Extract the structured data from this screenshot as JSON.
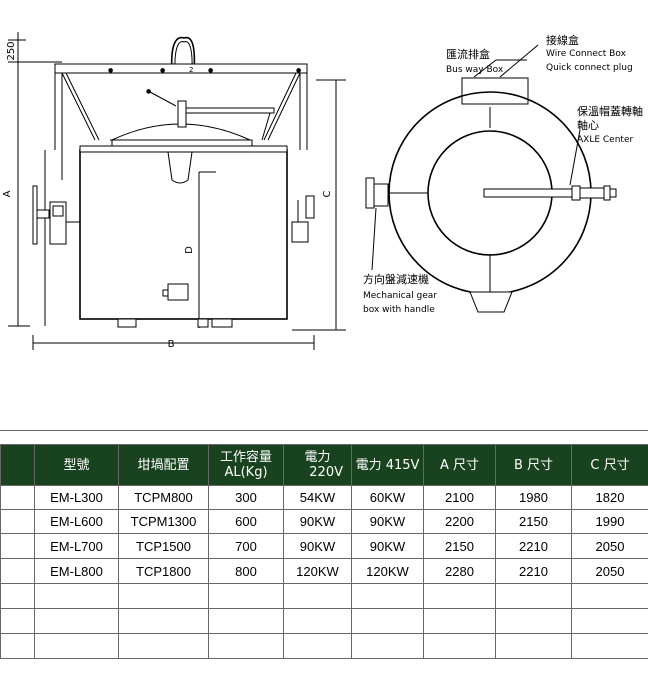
{
  "dimensions": {
    "top_clearance": "250",
    "a": "A",
    "b": "B",
    "c": "C",
    "d": "D"
  },
  "callouts": {
    "wire_box_zh": "接線盒",
    "wire_box_en1": "Wire Connect Box",
    "wire_box_en2": "Quick connect plug",
    "busway_zh": "匯流排盒",
    "busway_en": "Bus way Box",
    "axle_zh1": "保溫帽蓋轉軸",
    "axle_zh2": "軸心",
    "axle_en": "AXLE Center",
    "gear_zh": "方向盤減速機",
    "gear_en1": "Mechanical gear",
    "gear_en2": "box with handle"
  },
  "table": {
    "headers": [
      {
        "line1": "",
        "line2": ""
      },
      {
        "line1": "型號",
        "line2": ""
      },
      {
        "line1": "坩堝配置",
        "line2": ""
      },
      {
        "line1": "工作容量",
        "line2": "AL(Kg)"
      },
      {
        "line1": "電力",
        "line2": "220V"
      },
      {
        "line1": "電力 415V",
        "line2": ""
      },
      {
        "line1": "A 尺寸",
        "line2": ""
      },
      {
        "line1": "B 尺寸",
        "line2": ""
      },
      {
        "line1": "C 尺寸",
        "line2": ""
      }
    ],
    "rows": [
      [
        "EM-L300",
        "TCPM800",
        "300",
        "54KW",
        "60KW",
        "2100",
        "1980",
        "1820"
      ],
      [
        "EM-L600",
        "TCPM1300",
        "600",
        "90KW",
        "90KW",
        "2200",
        "2150",
        "1990"
      ],
      [
        "EM-L700",
        "TCP1500",
        "700",
        "90KW",
        "90KW",
        "2150",
        "2210",
        "2050"
      ],
      [
        "EM-L800",
        "TCP1800",
        "800",
        "120KW",
        "120KW",
        "2280",
        "2210",
        "2050"
      ]
    ],
    "empty_rows": 3
  }
}
